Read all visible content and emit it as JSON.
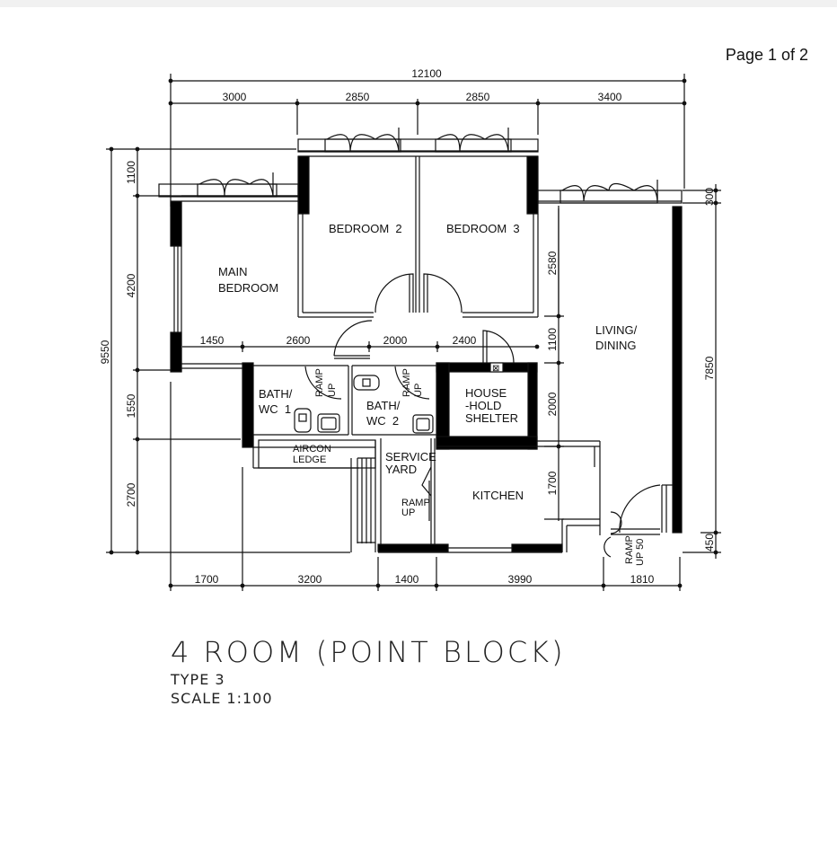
{
  "page": {
    "indicator": "Page 1 of 2"
  },
  "plan": {
    "title": "4 ROOM (POINT BLOCK)",
    "type": "TYPE 3",
    "scale": "SCALE 1:100",
    "colors": {
      "line": "#111111",
      "wall": "#000000",
      "background": "#ffffff",
      "topbar": "#f1f1f1"
    },
    "rooms": {
      "main_bedroom_1": "MAIN",
      "main_bedroom_2": "BEDROOM",
      "bedroom2": "BEDROOM  2",
      "bedroom3": "BEDROOM  3",
      "living_1": "LIVING/",
      "living_2": "DINING",
      "bath1_1": "BATH/",
      "bath1_2": "WC  1",
      "bath2_1": "BATH/",
      "bath2_2": "WC  2",
      "shelter_1": "HOUSE",
      "shelter_2": "-HOLD",
      "shelter_3": "SHELTER",
      "aircon_1": "AIRCON",
      "aircon_2": "LEDGE",
      "service_1": "SERVICE",
      "service_2": "YARD",
      "kitchen": "KITCHEN",
      "ramp_1": "RAMP",
      "ramp_2": "UP",
      "entrance_ramp_1": "RAMP",
      "entrance_ramp_2": "UP 50"
    },
    "dimensions": {
      "top_total": "12100",
      "top": [
        "3000",
        "2850",
        "2850",
        "3400"
      ],
      "bottom": [
        "1700",
        "3200",
        "1400",
        "3990",
        "1810"
      ],
      "left_total": "9550",
      "left": [
        "1100",
        "4200",
        "1550",
        "2700"
      ],
      "right_total": "7850",
      "right_top": "300",
      "right_bottom": "450",
      "corridor": [
        "1450",
        "2600",
        "2000",
        "2400"
      ],
      "inner_vertical": [
        "2580",
        "1100",
        "2000",
        "1700"
      ]
    }
  }
}
